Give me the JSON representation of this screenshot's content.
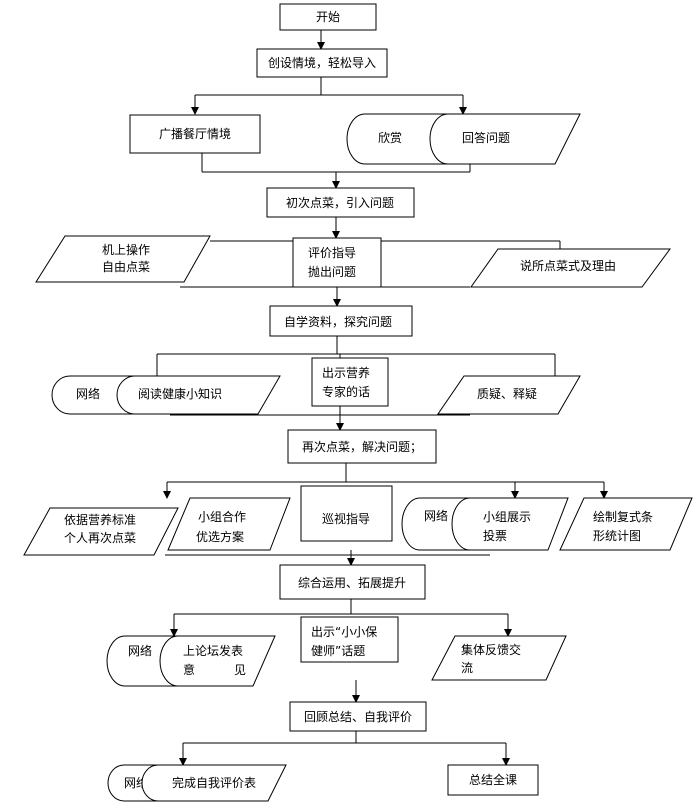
{
  "nodes": {
    "start": "开始",
    "n1": "创设情境，轻松导入",
    "n1_left": "广播餐厅情境",
    "n1_right_a": "欣赏",
    "n1_right_b": "回答问题",
    "n2": "初次点菜，引入问题",
    "n2_left_1": "机上操作",
    "n2_left_2": "自由点菜",
    "n2_center_1": "评价指导",
    "n2_center_2": "抛出问题",
    "n2_right": "说所点菜式及理由",
    "n3": "自学资料，探究问题",
    "n3_left_a": "网络",
    "n3_left_b": "阅读健康小知识",
    "n3_center_1": "出示营养",
    "n3_center_2": "专家的话",
    "n3_right": "质疑、释疑",
    "n4": "再次点菜，解决问题；",
    "n4_a_1": "依据营养标准",
    "n4_a_2": "个人再次点菜",
    "n4_b_1": "小组合作",
    "n4_b_2": "优选方案",
    "n4_c": "巡视指导",
    "n4_d_a": "网络",
    "n4_d_b_1": "小组展示",
    "n4_d_b_2": "投票",
    "n4_e_1": "绘制复式条",
    "n4_e_2": "形统计图",
    "n5": "综合运用、拓展提升",
    "n5_left_a": "网络",
    "n5_left_b_1": "上论坛发表",
    "n5_left_b_2a": "意",
    "n5_left_b_2b": "见",
    "n5_center_1": "出示“小小保",
    "n5_center_2": "健师”话题",
    "n5_right_1": "集体反馈交",
    "n5_right_2": "流",
    "n6": "回顾总结、自我评价",
    "n6_left_a": "网络",
    "n6_left_b": "完成自我评价表",
    "n6_right": "总结全课"
  }
}
